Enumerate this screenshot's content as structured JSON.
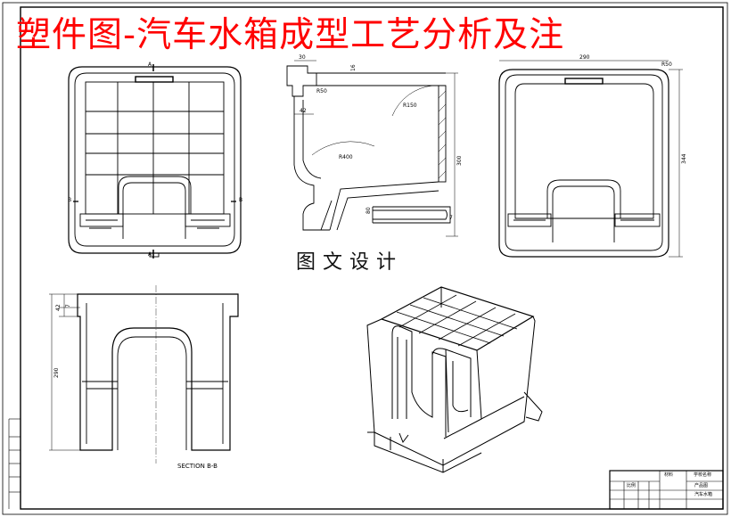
{
  "drawing": {
    "title": "塑件图-汽车水箱成型工艺分析及注",
    "watermark": "图文设计",
    "section_label": "SECTION B-B",
    "section_marks": [
      "A",
      "A",
      "B",
      "B"
    ],
    "dimensions": {
      "side_top_left": "30",
      "side_top_mid": "16",
      "side_r1": "R50",
      "side_42": "42",
      "side_r2": "R150",
      "side_r3": "R400",
      "side_height": "300",
      "side_80": "80",
      "side_7": "7",
      "right_width": "290",
      "right_corner": "R50",
      "right_height": "344",
      "section_height": "290",
      "section_small1": "42",
      "section_small2": "7"
    },
    "title_block": {
      "name": "汽车水箱",
      "school": "学校名称",
      "product": "产品图",
      "label1": "材料",
      "label2": "比例"
    },
    "colors": {
      "title": "#ff0000",
      "line": "#000000"
    }
  }
}
